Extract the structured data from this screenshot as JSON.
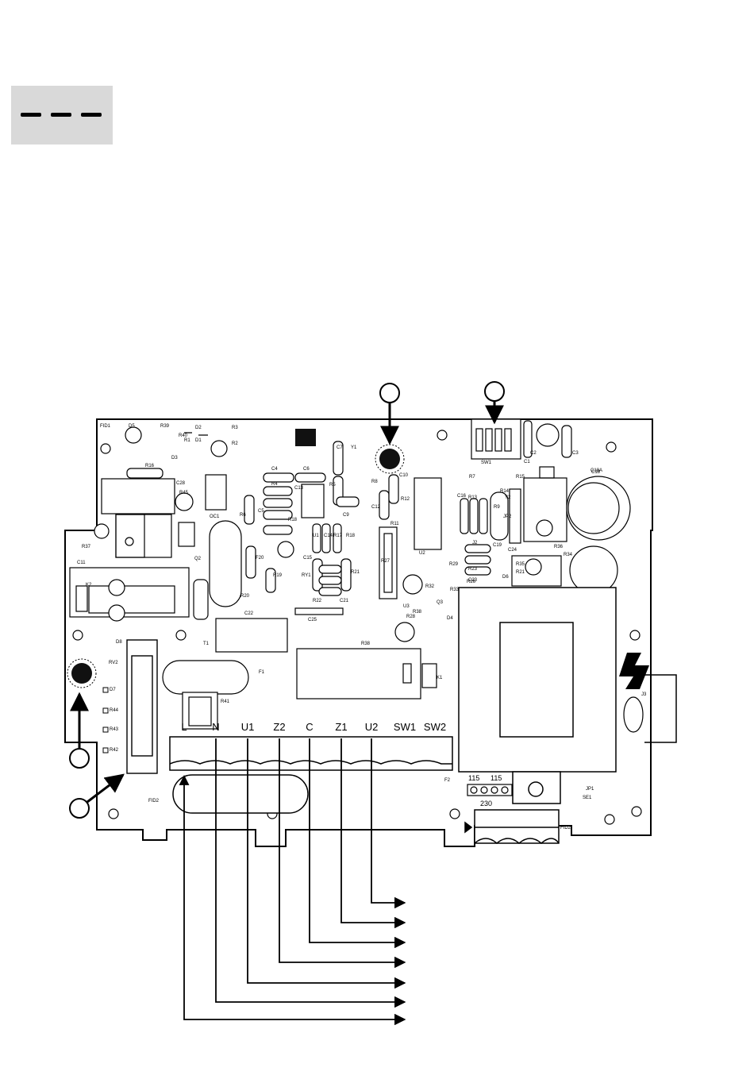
{
  "display": {
    "text": "- - -"
  },
  "terminals": [
    "L",
    "N",
    "U1",
    "Z2",
    "C",
    "Z1",
    "U2",
    "SW1",
    "SW2"
  ],
  "jumper": {
    "left": "115",
    "right": "115",
    "bottom": "230"
  },
  "silkscreen": [
    "FID1",
    "D5",
    "R39",
    "R40",
    "D2",
    "R3",
    "D1",
    "R1",
    "R2",
    "D3",
    "R16",
    "C28",
    "R45",
    "OC1",
    "C4",
    "C6",
    "R4",
    "C5",
    "R6",
    "C7",
    "Y1",
    "R5",
    "C9",
    "R8",
    "C10",
    "C12",
    "R12",
    "R11",
    "U2",
    "SW1",
    "R7",
    "C1",
    "R15",
    "C2",
    "C3",
    "C18",
    "C18A",
    "R13",
    "C16",
    "R14",
    "R9",
    "Y2",
    "JP2",
    "R37",
    "Q2",
    "R18",
    "U1",
    "C14",
    "R17",
    "R18",
    "C15",
    "C13",
    "C11",
    "K2",
    "F20",
    "R19",
    "R20",
    "RY1",
    "R21",
    "R22",
    "C21",
    "C22",
    "C25",
    "R27",
    "J2",
    "C19",
    "R29",
    "R23",
    "C23",
    "C24",
    "R26",
    "R35",
    "R21",
    "R34",
    "D6",
    "R36",
    "U3",
    "R28",
    "R32",
    "R38",
    "Q3",
    "R33",
    "D4",
    "T1",
    "R38",
    "K1",
    "D8",
    "F1",
    "RV2",
    "D7",
    "R44",
    "R43",
    "R42",
    "R41",
    "SE1",
    "FID2",
    "F2",
    "JP1",
    "FID2",
    "J3",
    "F3"
  ],
  "callouts": [
    {
      "name": "callout-buzzer"
    },
    {
      "name": "callout-dip-switch"
    },
    {
      "name": "callout-led"
    },
    {
      "name": "callout-fuse"
    }
  ]
}
